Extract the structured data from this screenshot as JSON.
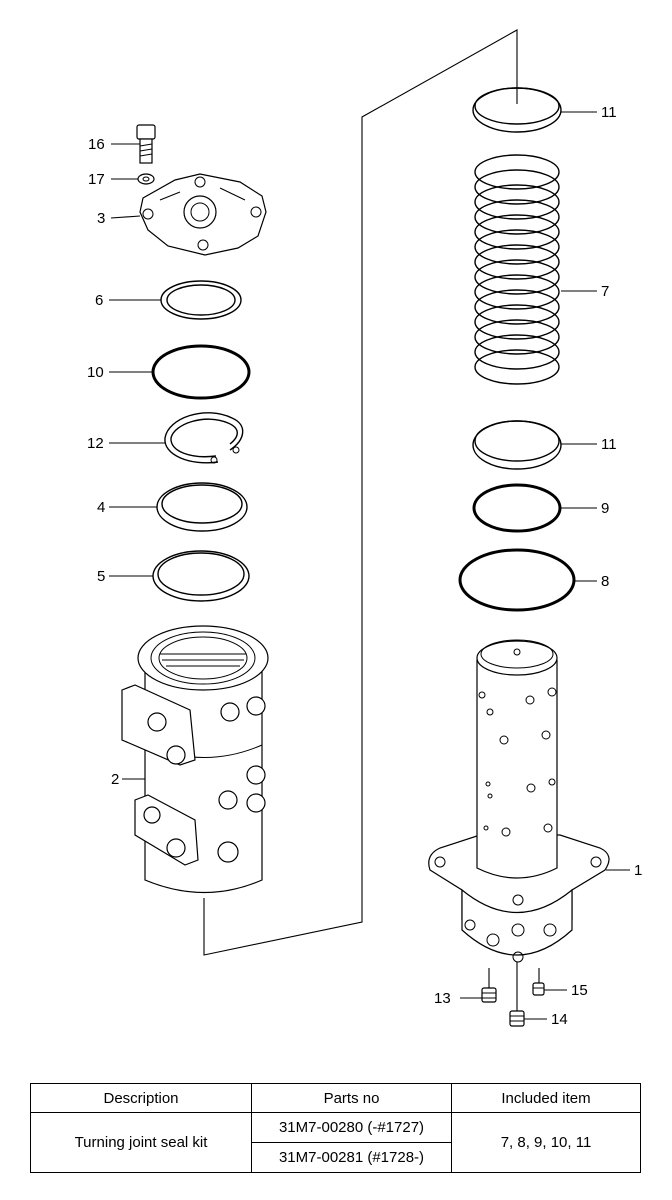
{
  "callouts": [
    {
      "id": "16",
      "label": "16"
    },
    {
      "id": "17",
      "label": "17"
    },
    {
      "id": "3",
      "label": "3"
    },
    {
      "id": "6",
      "label": "6"
    },
    {
      "id": "10",
      "label": "10"
    },
    {
      "id": "12",
      "label": "12"
    },
    {
      "id": "4",
      "label": "4"
    },
    {
      "id": "5",
      "label": "5"
    },
    {
      "id": "2",
      "label": "2"
    },
    {
      "id": "11a",
      "label": "11"
    },
    {
      "id": "7",
      "label": "7"
    },
    {
      "id": "11b",
      "label": "11"
    },
    {
      "id": "9",
      "label": "9"
    },
    {
      "id": "8",
      "label": "8"
    },
    {
      "id": "1",
      "label": "1"
    },
    {
      "id": "13",
      "label": "13"
    },
    {
      "id": "15",
      "label": "15"
    },
    {
      "id": "14",
      "label": "14"
    }
  ],
  "kit_table": {
    "headers": {
      "description": "Description",
      "parts_no": "Parts no",
      "included": "Included item"
    },
    "row": {
      "description": "Turning joint seal kit",
      "parts_no": [
        "31M7-00280 (-#1727)",
        "31M7-00281 (#1728-)"
      ],
      "included": "7, 8, 9, 10, 11"
    }
  }
}
